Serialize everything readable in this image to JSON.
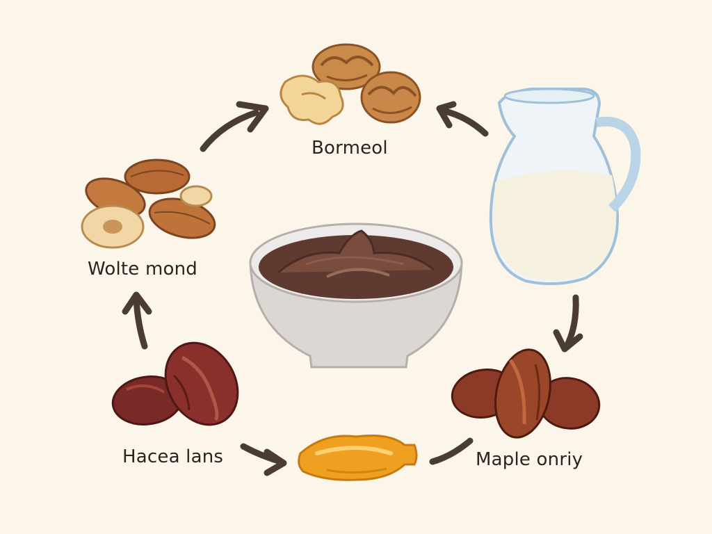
{
  "diagram": {
    "labels": {
      "top": "Bormeol",
      "left": "Wolte mond",
      "bottom_left": "Hacea lans",
      "bottom_right": "Maple onriy"
    },
    "items": {
      "top": "walnut-icon",
      "left": "almond-icon",
      "right": "milk-jug-icon",
      "bottom_left": "dates-icon",
      "bottom_right": "dates-icon",
      "bottom": "maple-syrup-icon",
      "center": "chocolate-spread-bowl-icon"
    },
    "colors": {
      "background": "#fbf5ea",
      "arrow": "#4a3c34",
      "chocolate": "#5e3a30",
      "date": "#7a2a26",
      "nut": "#c98a4a",
      "milk": "#f6f1df",
      "glass": "#b9d4e6",
      "syrup": "#f0a020"
    }
  }
}
